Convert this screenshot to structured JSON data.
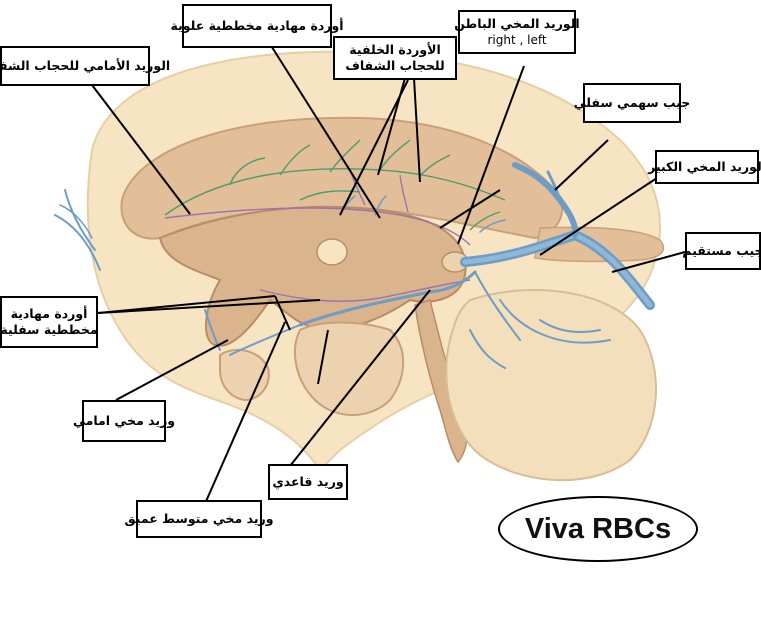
{
  "labels": {
    "superior_anastomotic_veins": "أوردة مهادية مخططية علوية",
    "posterior_septal_veins_l1": "الأوردة الخلفية",
    "posterior_septal_veins_l2": "للحجاب الشفاف",
    "internal_cerebral_vein": "الوريد المخي الباطن",
    "internal_cerebral_vein_sub": "right , left",
    "anterior_septal_vein": "الوريد الأمامي للحجاب الشفاف",
    "inferior_sagittal_sinus": "جيب سهمي سفلي",
    "great_cerebral_vein": "الوريد المخي الكبير",
    "straight_sinus": "جيب مستقيم",
    "inferior_thalamostriate_l1": "أوردة مهادية",
    "inferior_thalamostriate_l2": "مخططية سفلية",
    "anterior_cerebral_vein": "وريد مخي امامي",
    "basal_vein": "وريد قاعدي",
    "deep_middle_cerebral_vein": "وريد مخي متوسط عميق"
  },
  "logo": {
    "text": "Viva RBCs"
  },
  "colors": {
    "vein_blue": "#6d9cc4",
    "septal_green": "#4f9a6e",
    "thalamostriate_purple": "#9b74b0",
    "brain_tan": "#d9b48d",
    "hemisphere_light": "#f6e4c3"
  }
}
